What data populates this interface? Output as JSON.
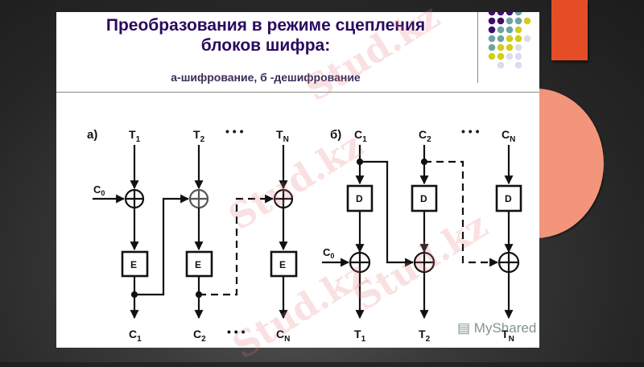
{
  "slide": {
    "title_line1": "Преобразования в режиме сцепления",
    "title_line2": "блоков шифра:",
    "subtitle": "а-шифрование, б -дешифрование"
  },
  "decor": {
    "orange_bar_color": "#e44d26",
    "circle_color": "#f2957b",
    "dot_colors": {
      "purple": "#3b0f6b",
      "teal": "#6fa3a3",
      "yellow": "#d4cc1a",
      "lavender": "#dcdcee"
    }
  },
  "diagram_a": {
    "label": "а)",
    "inputs": [
      "T1",
      "T2",
      "TN"
    ],
    "iv": "C0",
    "blocks": [
      "E",
      "E",
      "E"
    ],
    "outputs": [
      "C1",
      "C2",
      "CN"
    ],
    "ellipsis": "• • •"
  },
  "diagram_b": {
    "label": "б)",
    "inputs": [
      "C1",
      "C2",
      "CN"
    ],
    "iv": "C0",
    "blocks": [
      "D",
      "D",
      "D"
    ],
    "outputs": [
      "T1",
      "T2",
      "TN"
    ],
    "ellipsis": "• • •"
  },
  "watermarks": [
    "Stud.kz",
    "Stud.kz",
    "Stud.kz",
    "Stud.kz"
  ],
  "myshared": "MyShared"
}
